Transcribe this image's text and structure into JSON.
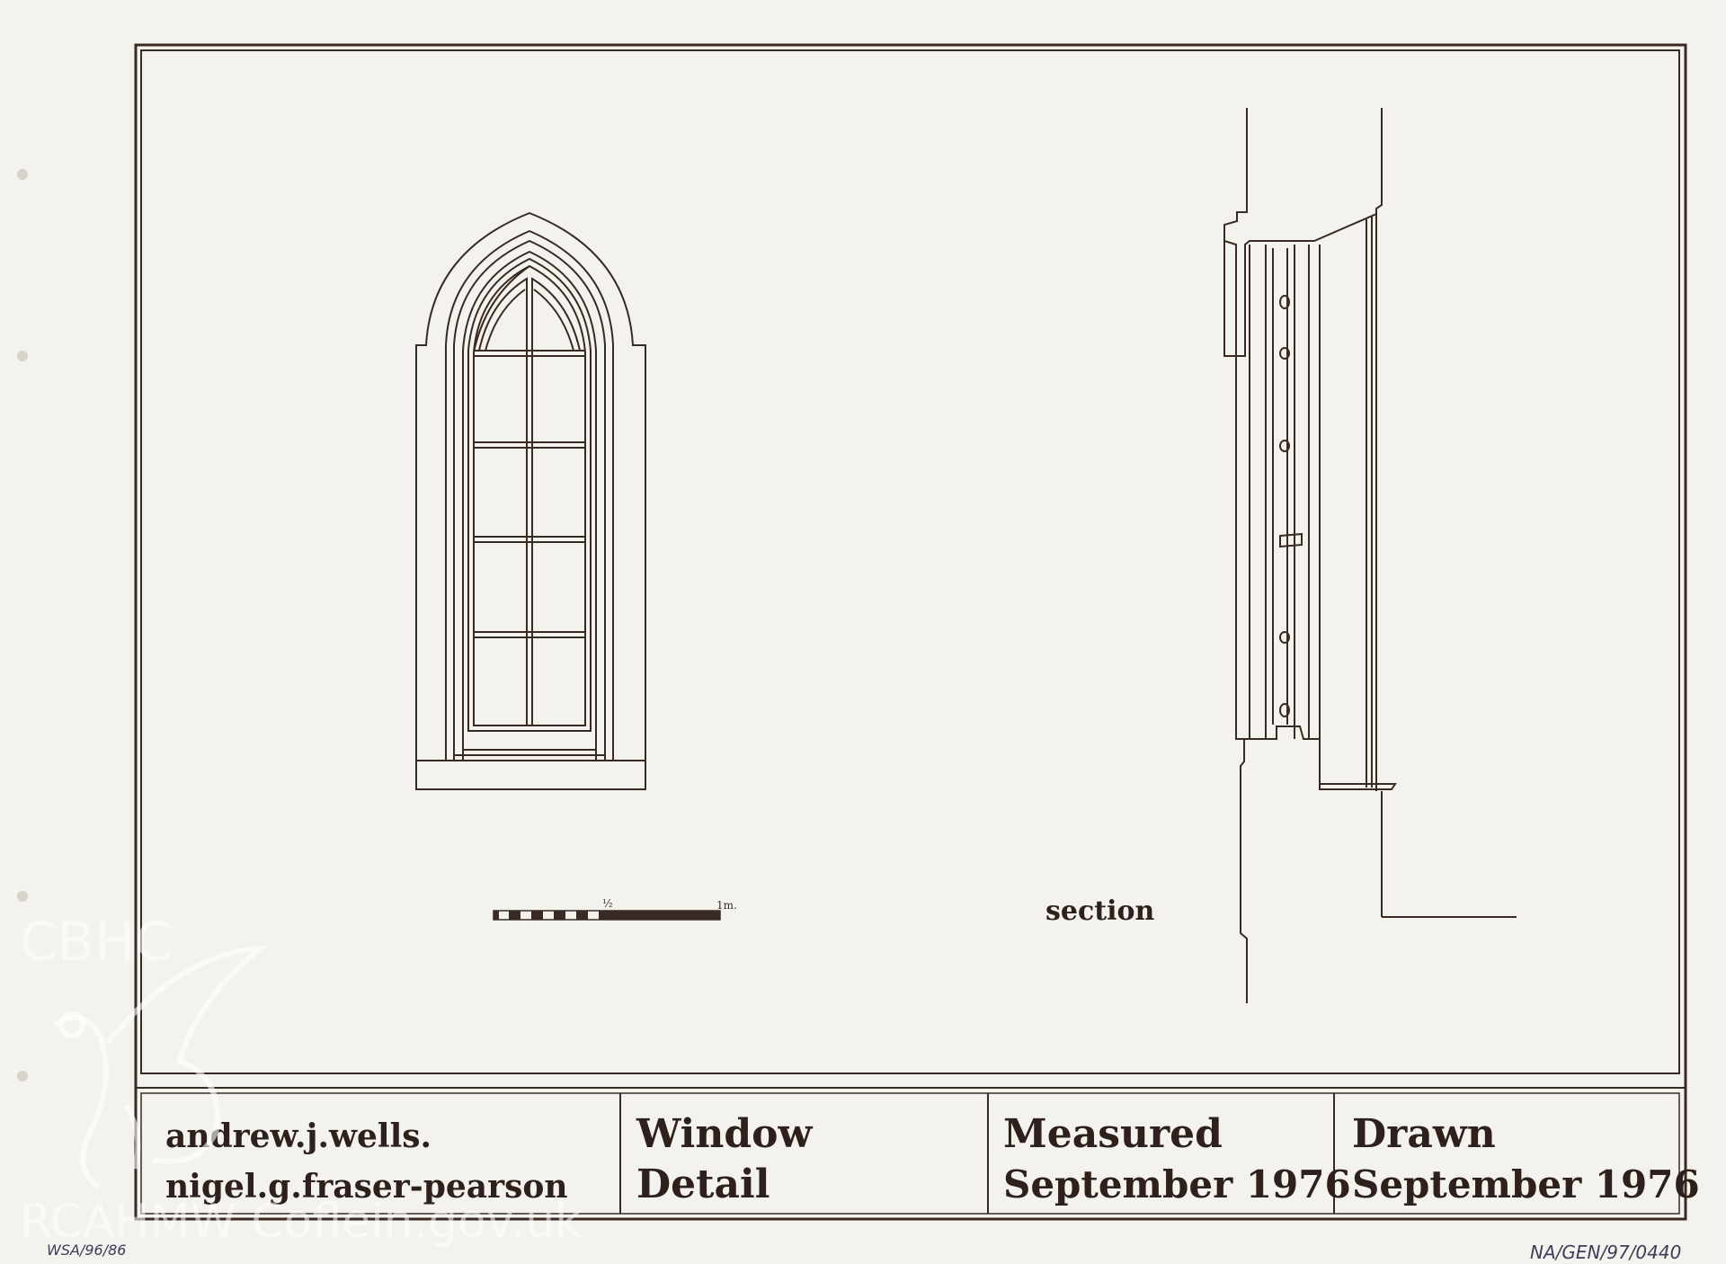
{
  "title_block": {
    "authors": [
      "andrew.j.wells.",
      "nigel.g.fraser-pearson"
    ],
    "subject": [
      "Window",
      "Detail"
    ],
    "measured": [
      "Measured",
      "September 1976"
    ],
    "drawn": [
      "Drawn",
      "September 1976"
    ]
  },
  "section_label": "section",
  "scale_bar": {
    "tick_half": "½",
    "end_label": "1m."
  },
  "watermark": {
    "top": "CBHC",
    "bottom": "RCAHMW Coflein.gov.uk"
  },
  "annotations": {
    "left_ref": "WSA/96/86",
    "right_ref": "NA/GEN/97/0440"
  },
  "colors": {
    "ink": "#3a2a26",
    "paper": "#f4f2ec"
  }
}
